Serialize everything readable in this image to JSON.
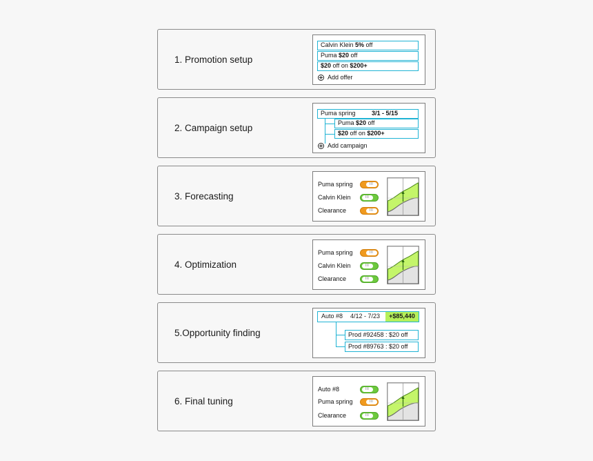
{
  "steps": [
    {
      "title": "1. Promotion setup",
      "offers": [
        {
          "pre": "Calvin Klein ",
          "bold": "5%",
          "post": " off"
        },
        {
          "pre": "Puma ",
          "bold": "$20",
          "post": " off"
        },
        {
          "pre": "",
          "bold": "$20",
          "post": " off on ",
          "bold2": "$200+"
        }
      ],
      "add_label": "Add offer"
    },
    {
      "title": "2. Campaign setup",
      "campaign": {
        "name": "Puma spring",
        "dates": "3/1 - 5/15"
      },
      "offers": [
        {
          "pre": "Puma ",
          "bold": "$20",
          "post": " off"
        },
        {
          "pre": "",
          "bold": "$20",
          "post": " off on ",
          "bold2": "$200+"
        }
      ],
      "add_label": "Add campaign"
    },
    {
      "title": "3. Forecasting",
      "rows": [
        {
          "label": "Puma spring",
          "state": "orange"
        },
        {
          "label": "Calvin Klein",
          "state": "green"
        },
        {
          "label": "Clearance",
          "state": "orange"
        }
      ]
    },
    {
      "title": "4. Optimization",
      "rows": [
        {
          "label": "Puma spring",
          "state": "orange"
        },
        {
          "label": "Calvin Klein",
          "state": "green"
        },
        {
          "label": "Clearance",
          "state": "green"
        }
      ]
    },
    {
      "title": "5.Opportunity finding",
      "auto": {
        "name": "Auto #8",
        "dates": "4/12 - 7/23",
        "gain": "+$85,440"
      },
      "products": [
        "Prod #92458 : $20 off",
        "Prod #89763 : $20 off"
      ]
    },
    {
      "title": "6. Final tuning",
      "rows": [
        {
          "label": "Auto #8",
          "state": "green"
        },
        {
          "label": "Puma spring",
          "state": "orange"
        },
        {
          "label": "Clearance",
          "state": "green"
        }
      ]
    }
  ],
  "colors": {
    "accent": "#1fb3d4",
    "toggle_on": "#f09a1e",
    "toggle_off": "#6dc93e",
    "forecast_area": "#c4f56a",
    "baseline_area": "#e3e3e3",
    "gain_highlight": "#b6f05a"
  },
  "icons": {
    "add": "plus-circle-icon",
    "knob": "toggle-knob"
  }
}
